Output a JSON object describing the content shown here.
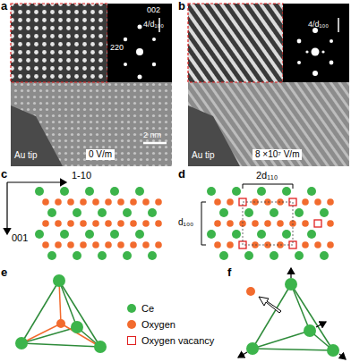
{
  "diagram": {
    "labels": [
      "a",
      "b",
      "c",
      "d",
      "e",
      "f",
      "002",
      "220",
      "4/d₁₀₀",
      "Au tip",
      "0 V/m",
      "2 nm",
      "4/d₁₀₀",
      "Au tip",
      "8 ×10⁷ V/m",
      "1-10",
      "001",
      "2d₁₁₀",
      "d₁₀₀"
    ],
    "legend": [
      {
        "text": "Ce",
        "color": "#3cb44b"
      },
      {
        "text": "Oxygen",
        "color": "#f26b2e"
      },
      {
        "text": "Oxygen vacancy"
      }
    ]
  }
}
